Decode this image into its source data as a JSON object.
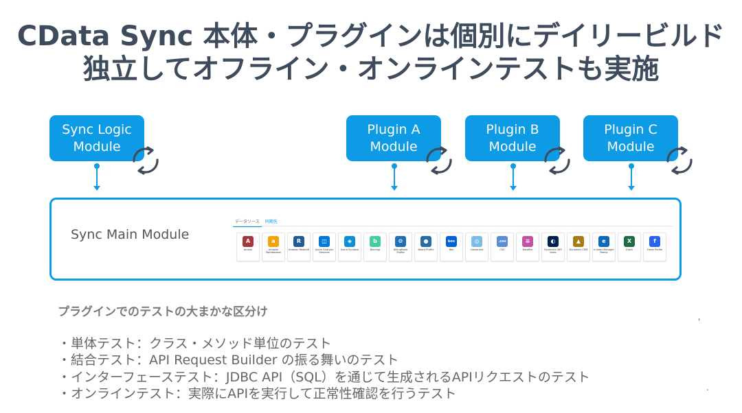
{
  "title": {
    "line1": "CData Sync 本体・プラグインは個別にデイリービルド",
    "line2": "独立してオフライン・オンラインテストも実施"
  },
  "modules": [
    {
      "label_line1": "Sync Logic",
      "label_line2": "Module"
    },
    {
      "label_line1": "Plugin A",
      "label_line2": "Module"
    },
    {
      "label_line1": "Plugin B",
      "label_line2": "Module"
    },
    {
      "label_line1": "Plugin C",
      "label_line2": "Module"
    }
  ],
  "main_module": {
    "label": "Sync Main Module",
    "tabs": [
      "データソース",
      "同期先"
    ],
    "plugins": [
      {
        "name": "Access",
        "icon": "A",
        "color": "#a4373a"
      },
      {
        "name": "Amazon Marketplace",
        "icon": "a",
        "color": "#f0a30a"
      },
      {
        "name": "Amazon Redshift",
        "icon": "R",
        "color": "#205b98"
      },
      {
        "name": "Azure Analysis Services",
        "icon": "◫",
        "color": "#0078d4"
      },
      {
        "name": "Azure Synapse",
        "icon": "◈",
        "color": "#0e8fd4"
      },
      {
        "name": "Backlog",
        "icon": "b",
        "color": "#42ce9f"
      },
      {
        "name": "BillingRobo Profile",
        "icon": "⚙",
        "color": "#1f6fb5"
      },
      {
        "name": "Board Profile",
        "icon": "●",
        "color": "#2b6c9e"
      },
      {
        "name": "Box",
        "icon": "box",
        "color": "#0061d5"
      },
      {
        "name": "Cassandra",
        "icon": "◎",
        "color": "#78bde6"
      },
      {
        "name": "CSV",
        "icon": ".csv",
        "color": "#5b8dd6"
      },
      {
        "name": "Dataflex",
        "icon": "≡",
        "color": "#c64fa8"
      },
      {
        "name": "Dynamics 365 Sales",
        "icon": "◐",
        "color": "#002050"
      },
      {
        "name": "Dynamics CRM",
        "icon": "▲",
        "color": "#a57c12"
      },
      {
        "name": "e-Sales Manager Remix",
        "icon": "e",
        "color": "#0e6ab8"
      },
      {
        "name": "Excel",
        "icon": "X",
        "color": "#1d6f42"
      },
      {
        "name": "Freee Profile",
        "icon": "f",
        "color": "#2864f0"
      }
    ]
  },
  "notes": {
    "heading": "プラグインでのテストの大まかな区分け",
    "items": [
      "・単体テスト：クラス・メソッド単位のテスト",
      "・結合テスト：API Request Builder の振る舞いのテスト",
      "・インターフェーステスト：JDBC API（SQL）を通じて生成されるAPIリクエストのテスト",
      "・オンラインテスト：実際にAPIを実行して正常性確認を行うテスト"
    ]
  },
  "icons": {
    "cycle": "cycle-arrows-icon"
  },
  "colors": {
    "accent": "#0e9be5",
    "title": "#3d4b5c",
    "cycle": "#3d4b5c"
  }
}
